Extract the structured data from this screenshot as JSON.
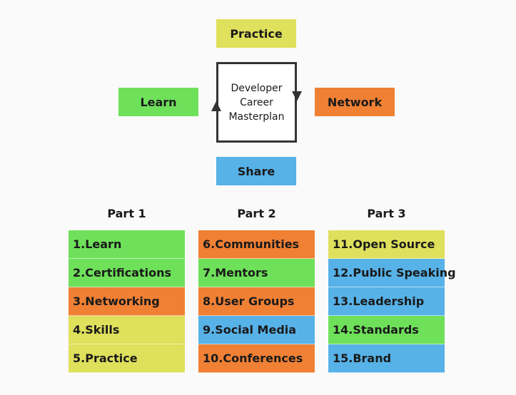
{
  "diagram": {
    "center": {
      "lines": [
        "Developer",
        "Career",
        "Masterplan"
      ]
    },
    "top": {
      "label": "Practice",
      "color": "#dfe05c"
    },
    "left": {
      "label": "Learn",
      "color": "#6ee05a"
    },
    "right": {
      "label": "Network",
      "color": "#f08034"
    },
    "bottom": {
      "label": "Share",
      "color": "#57b2e8"
    }
  },
  "parts": [
    {
      "title": "Part 1",
      "items": [
        {
          "label": "1.Learn",
          "color": "green"
        },
        {
          "label": "2.Certifications",
          "color": "green"
        },
        {
          "label": "3.Networking",
          "color": "orange"
        },
        {
          "label": "4.Skills",
          "color": "yellow"
        },
        {
          "label": "5.Practice",
          "color": "yellow"
        }
      ]
    },
    {
      "title": "Part 2",
      "items": [
        {
          "label": "6.Communities",
          "color": "orange"
        },
        {
          "label": "7.Mentors",
          "color": "green"
        },
        {
          "label": "8.User Groups",
          "color": "orange"
        },
        {
          "label": "9.Social Media",
          "color": "blue"
        },
        {
          "label": "10.Conferences",
          "color": "orange"
        }
      ]
    },
    {
      "title": "Part 3",
      "items": [
        {
          "label": "11.Open Source",
          "color": "yellow"
        },
        {
          "label": "12.Public Speaking",
          "color": "blue"
        },
        {
          "label": "13.Leadership",
          "color": "blue"
        },
        {
          "label": "14.Standards",
          "color": "green"
        },
        {
          "label": "15.Brand",
          "color": "blue"
        }
      ]
    }
  ]
}
